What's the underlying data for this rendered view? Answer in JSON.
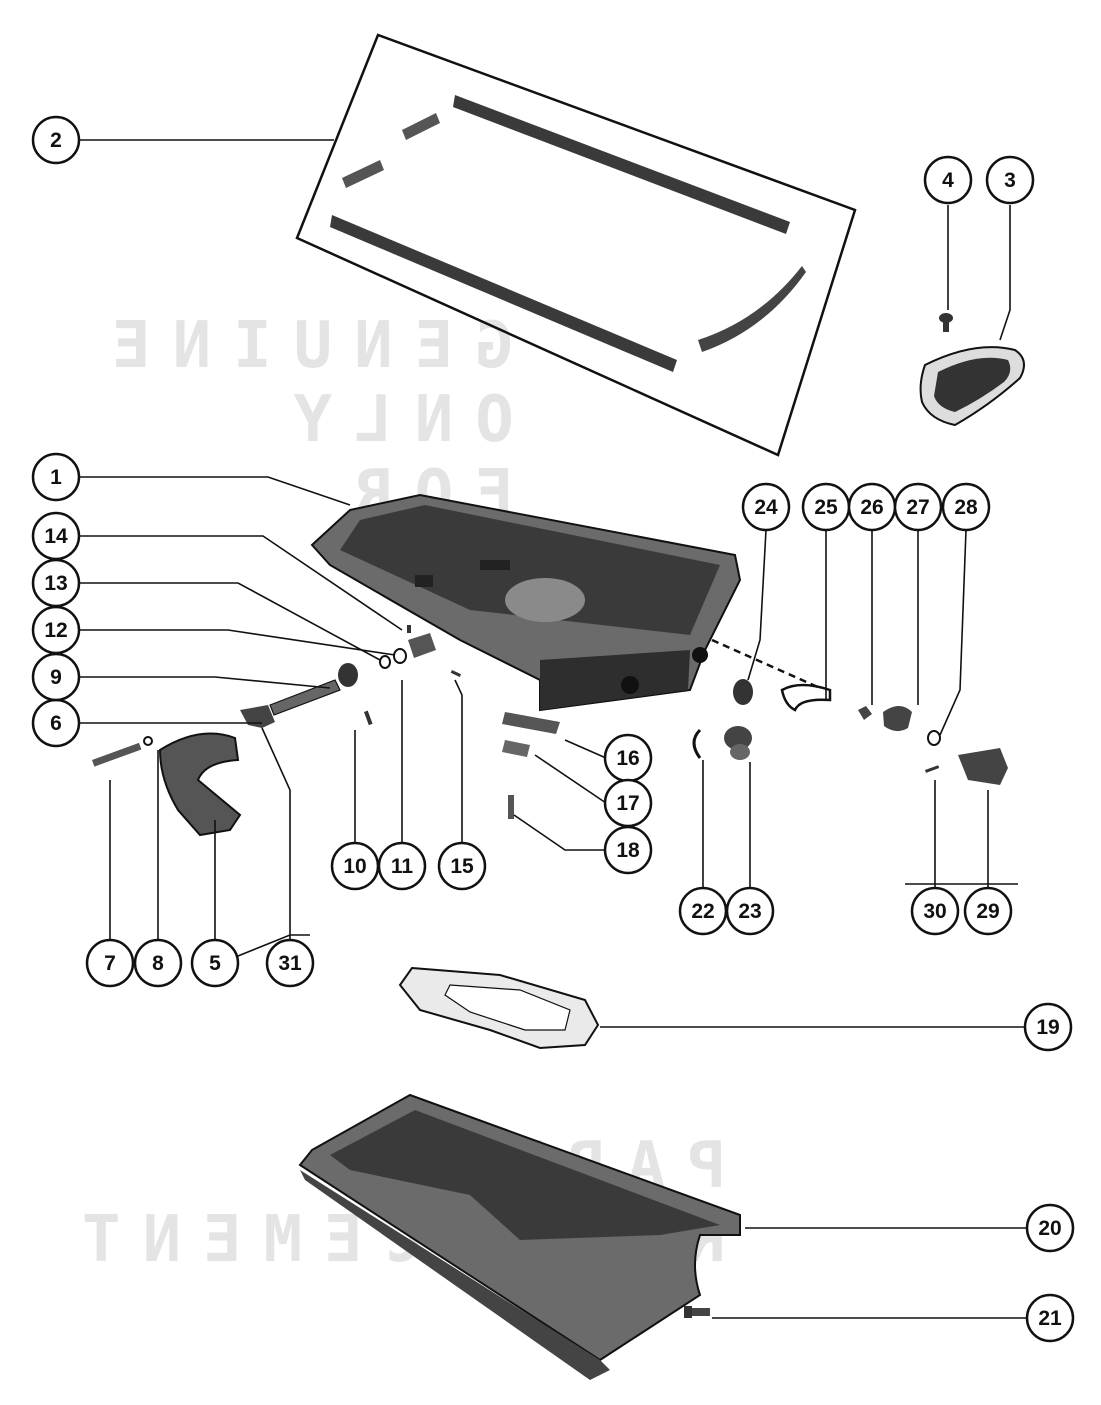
{
  "diagram": {
    "callouts": [
      "1",
      "2",
      "3",
      "4",
      "5",
      "6",
      "7",
      "8",
      "9",
      "10",
      "11",
      "12",
      "13",
      "14",
      "15",
      "16",
      "17",
      "18",
      "19",
      "20",
      "21",
      "22",
      "23",
      "24",
      "25",
      "26",
      "27",
      "28",
      "29",
      "30",
      "31"
    ]
  },
  "watermark": {
    "lines": [
      "FOR",
      "ONLY",
      "GENUINE",
      "REPLACEMENT",
      "PARTS"
    ]
  },
  "colors": {
    "ink": "#111111",
    "part_fill": "#3a3a3a",
    "part_mid": "#6b6b6b",
    "paper": "#ffffff",
    "watermark": "#cfcfcf"
  }
}
